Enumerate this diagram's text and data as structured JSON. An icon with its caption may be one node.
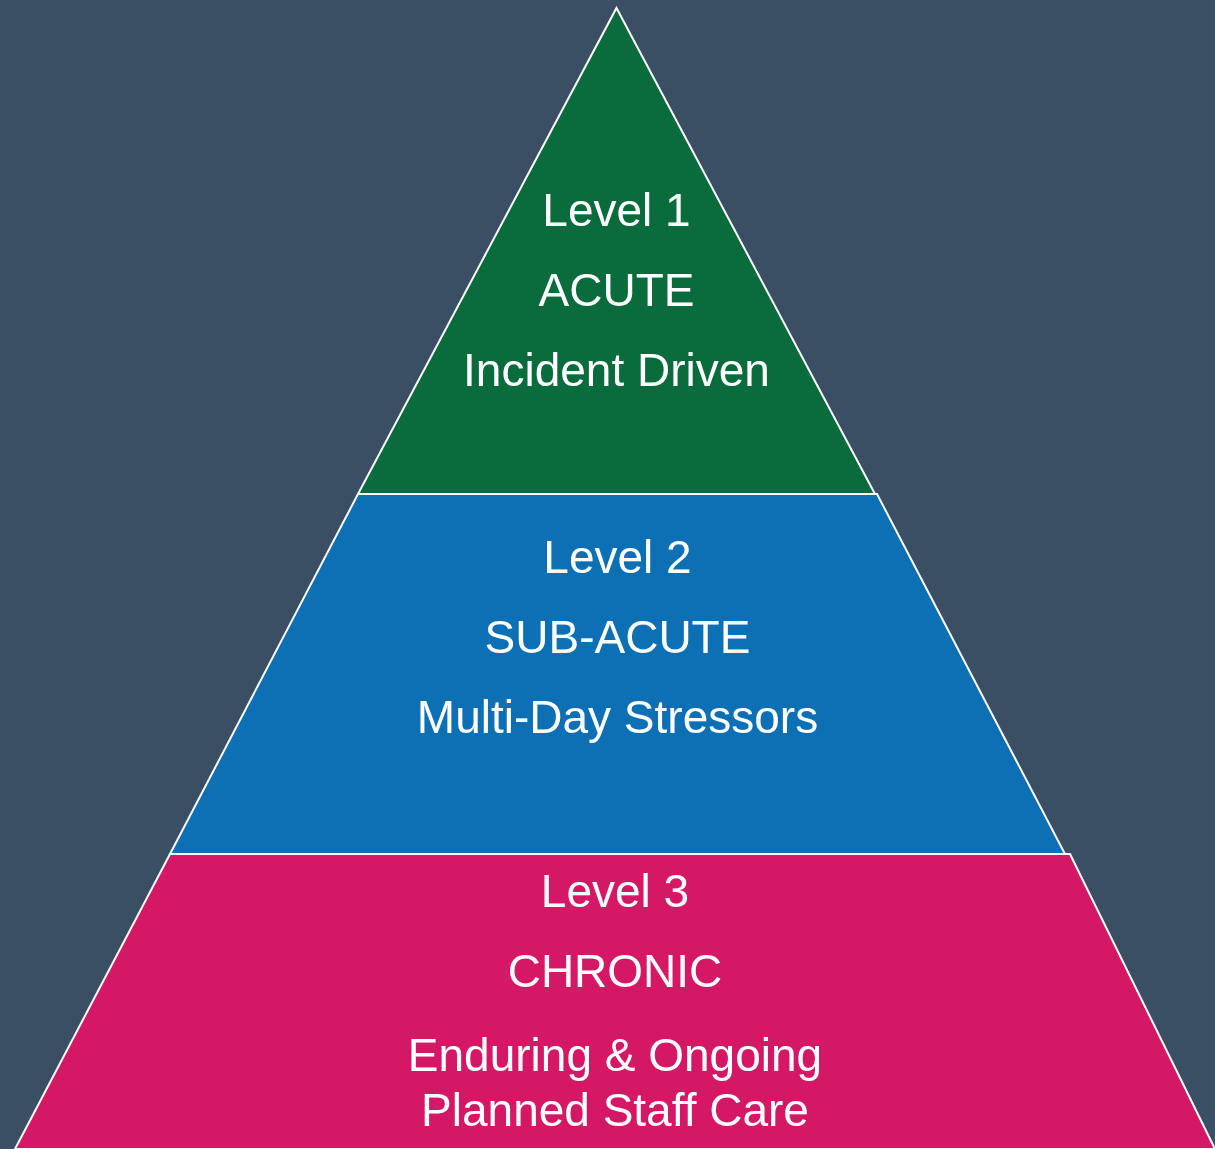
{
  "diagram": {
    "nodes": [
      {
        "text": [
          "Level 1",
          "ACUTE",
          "Incident Driven"
        ]
      },
      {
        "text": [
          "Level 2",
          "SUB-ACUTE",
          "Multi-Day Stressors"
        ]
      },
      {
        "text": [
          "Level 3",
          "CHRONIC",
          "Enduring & Ongoing Planned Staff Care"
        ]
      }
    ]
  }
}
